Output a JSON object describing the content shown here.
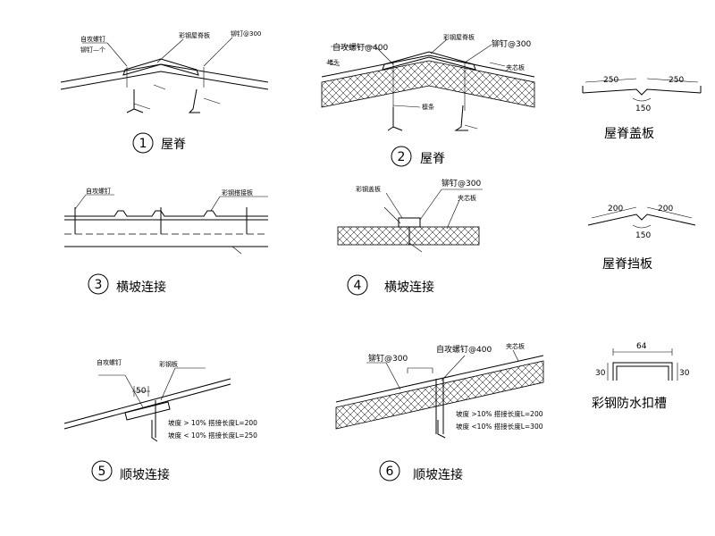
{
  "details": [
    {
      "number": "1",
      "title": "屋脊",
      "annotations": [
        "彩钢屋脊板",
        "铆钉@300",
        "自攻螺钉",
        "铆钉—个"
      ]
    },
    {
      "number": "2",
      "title": "屋脊",
      "annotations": [
        "自攻螺钉@400",
        "彩钢屋脊板",
        "铆钉@300",
        "堵头",
        "夹芯板",
        "檩条"
      ]
    },
    {
      "number": "3",
      "title": "横坡连接",
      "annotations": [
        "自攻螺钉",
        "彩钢搭接板"
      ]
    },
    {
      "number": "4",
      "title": "横坡连接",
      "annotations": [
        "铆钉@300",
        "彩钢盖板",
        "夹芯板"
      ]
    },
    {
      "number": "5",
      "title": "顺坡连接",
      "annotations": [
        "自攻螺钉",
        "彩钢板",
        "50"
      ],
      "notes": [
        "坡度 > 10% 搭接长度L=200",
        "坡度 < 10% 搭接长度L=250"
      ]
    },
    {
      "number": "6",
      "title": "顺坡连接",
      "annotations": [
        "铆钉@300",
        "自攻螺钉@400",
        "夹芯板"
      ],
      "notes": [
        "坡度 >10% 搭接长度L=200",
        "坡度 <10% 搭接长度L=300"
      ]
    }
  ],
  "profiles": [
    {
      "title": "屋脊盖板",
      "dims": [
        "250",
        "250",
        "150"
      ]
    },
    {
      "title": "屋脊挡板",
      "dims": [
        "200",
        "200",
        "150"
      ]
    },
    {
      "title": "彩钢防水扣槽",
      "dims": [
        "64",
        "30",
        "30"
      ]
    }
  ]
}
